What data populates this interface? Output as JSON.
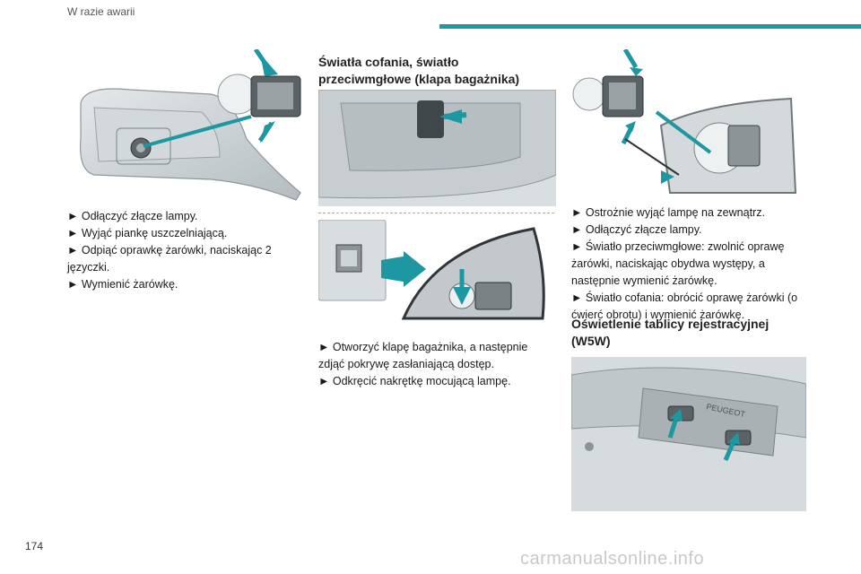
{
  "header": {
    "section_title": "W razie awarii"
  },
  "page_number": "174",
  "watermark": "carmanualsonline.info",
  "col1": {
    "items": [
      "► Odłączyć złącze lampy.",
      "► Wyjąć piankę uszczelniającą.",
      "► Odpiąć oprawkę żarówki, naciskając 2 języczki.",
      "► Wymienić żarówkę."
    ]
  },
  "col2": {
    "heading": "Światła cofania, światło przeciwmgłowe (klapa bagażnika)",
    "items": [
      "► Otworzyć klapę bagażnika, a następnie zdjąć pokrywę zasłaniającą dostęp.",
      "► Odkręcić nakrętkę mocującą lampę."
    ]
  },
  "col3": {
    "items": [
      "► Ostrożnie wyjąć lampę na zewnątrz.",
      "► Odłączyć złącze lampy.",
      "► Światło przeciwmgłowe: zwolnić oprawę żarówki, naciskając obydwa występy, a następnie wymienić żarówkę.",
      "► Światło cofania: obrócić oprawę żarówki (o ćwierć obrotu) i wymienić żarówkę."
    ],
    "heading": "Oświetlenie tablicy rejestracyjnej (W5W)"
  },
  "illustration_plate_text": "PEUGEOT",
  "colors": {
    "accent": "#1d97a2",
    "illustration_gray": "#c8cdd0"
  }
}
